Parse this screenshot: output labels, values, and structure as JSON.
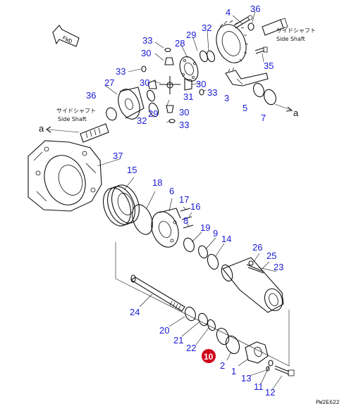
{
  "direction_label": "FWD",
  "side_shaft_label_jp": "サイドシャフト",
  "side_shaft_label_en": "Side Shaft",
  "arrow_marker": "a",
  "drawing_code": "PW2E622",
  "highlight_color": "#d0021b",
  "callout_color": "#1a1ad6",
  "callouts": {
    "c1": "1",
    "c2": "2",
    "c3": "3",
    "c4": "4",
    "c5": "5",
    "c6": "6",
    "c7": "7",
    "c8": "8",
    "c9": "9",
    "c10": "10",
    "c11": "11",
    "c12": "12",
    "c13": "13",
    "c14": "14",
    "c15": "15",
    "c16": "16",
    "c17": "17",
    "c18": "18",
    "c19": "19",
    "c20": "20",
    "c21": "21",
    "c22": "22",
    "c23": "23",
    "c24": "24",
    "c25": "25",
    "c26": "26",
    "c27": "27",
    "c28": "28",
    "c29a": "29",
    "c29b": "29",
    "c30a": "30",
    "c30b": "30",
    "c30c": "30",
    "c30d": "30",
    "c31": "31",
    "c32a": "32",
    "c32b": "32",
    "c33a": "33",
    "c33b": "33",
    "c33c": "33",
    "c33d": "33",
    "c35": "35",
    "c36a": "36",
    "c36b": "36",
    "c37": "37"
  }
}
